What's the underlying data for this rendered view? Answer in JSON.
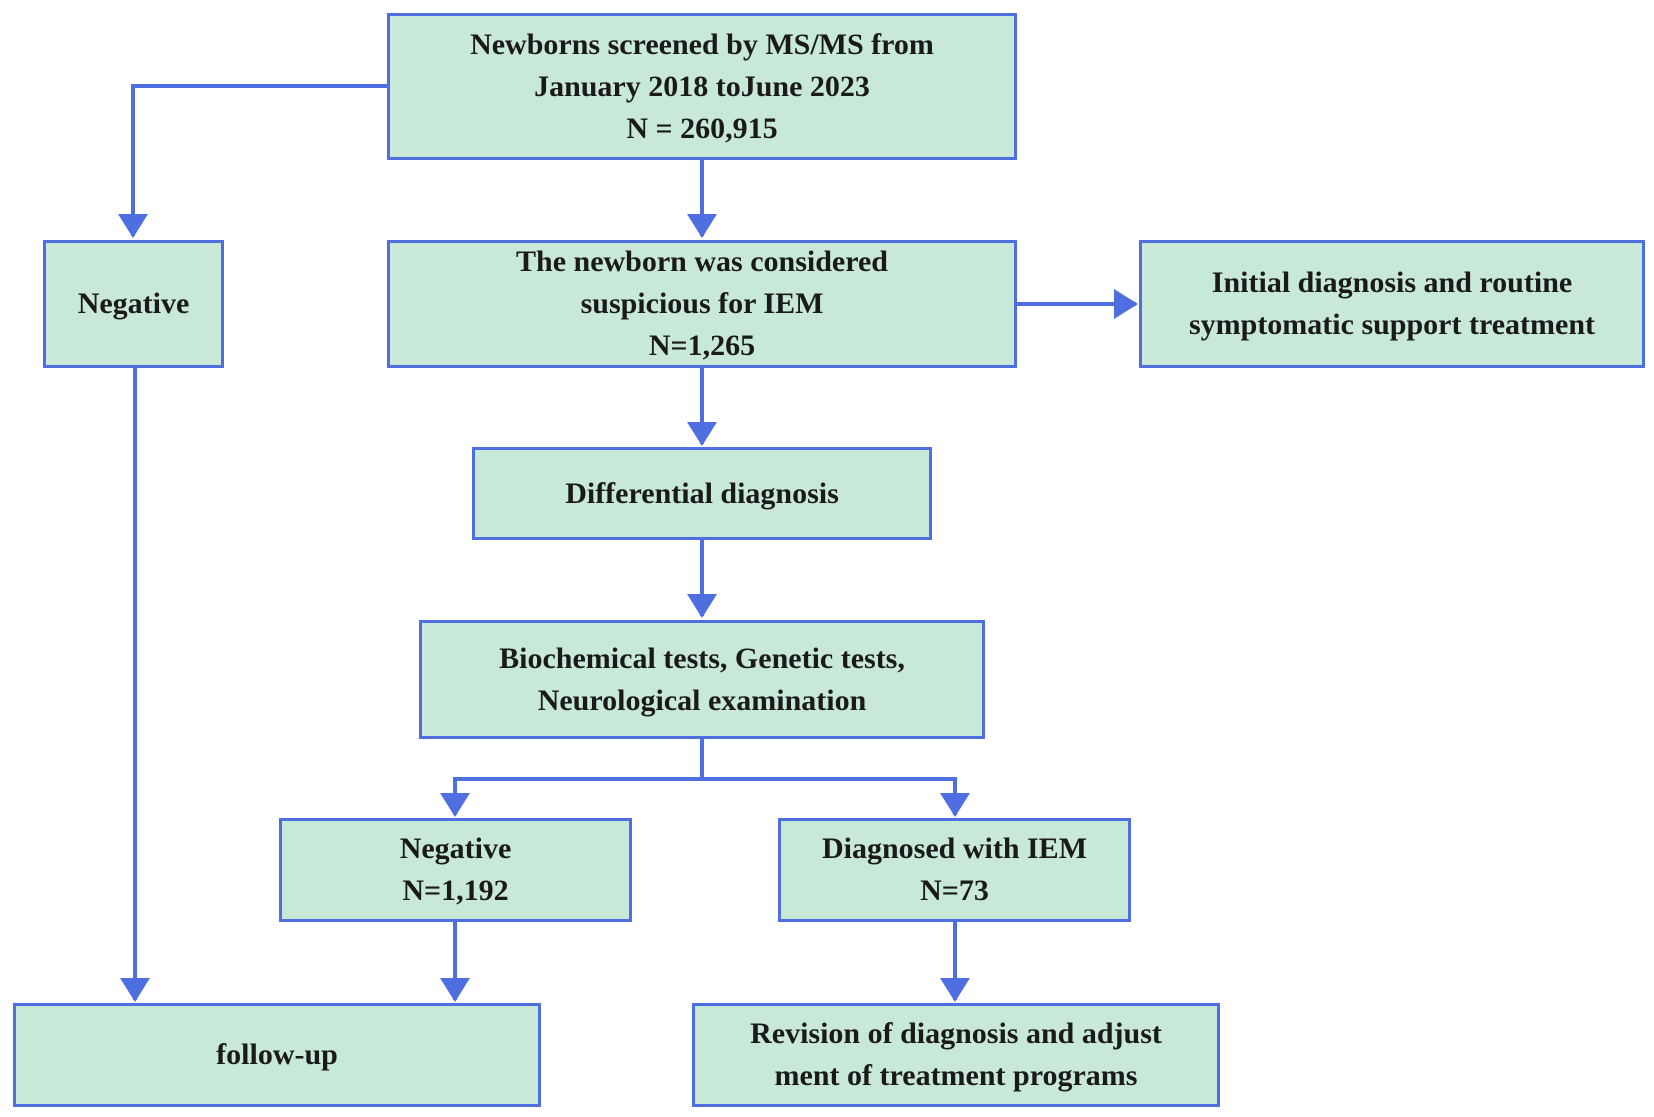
{
  "colors": {
    "box_fill": "#c8e8d8",
    "box_border": "#4f6fe0",
    "arrow": "#4f6fe0",
    "text": "#1a1a1a"
  },
  "nodes": {
    "screened": {
      "line1": "Newborns screened by MS/MS from",
      "line2": "January 2018 toJune 2023",
      "line3": "N = 260,915"
    },
    "negative_left": {
      "line1": "Negative"
    },
    "suspicious": {
      "line1": "The newborn was considered",
      "line2": "suspicious for IEM",
      "line3": "N=1,265"
    },
    "initial": {
      "line1": "Initial diagnosis and routine",
      "line2": "symptomatic support treatment"
    },
    "differential": {
      "line1": "Differential diagnosis"
    },
    "tests": {
      "line1": "Biochemical tests, Genetic tests,",
      "line2": "Neurological examination"
    },
    "negative_mid": {
      "line1": "Negative",
      "line2": "N=1,192"
    },
    "diagnosed": {
      "line1": "Diagnosed with IEM",
      "line2": "N=73"
    },
    "followup": {
      "line1": "follow-up"
    },
    "revision": {
      "line1": "Revision of diagnosis and adjust",
      "line2": "ment of treatment programs"
    }
  }
}
